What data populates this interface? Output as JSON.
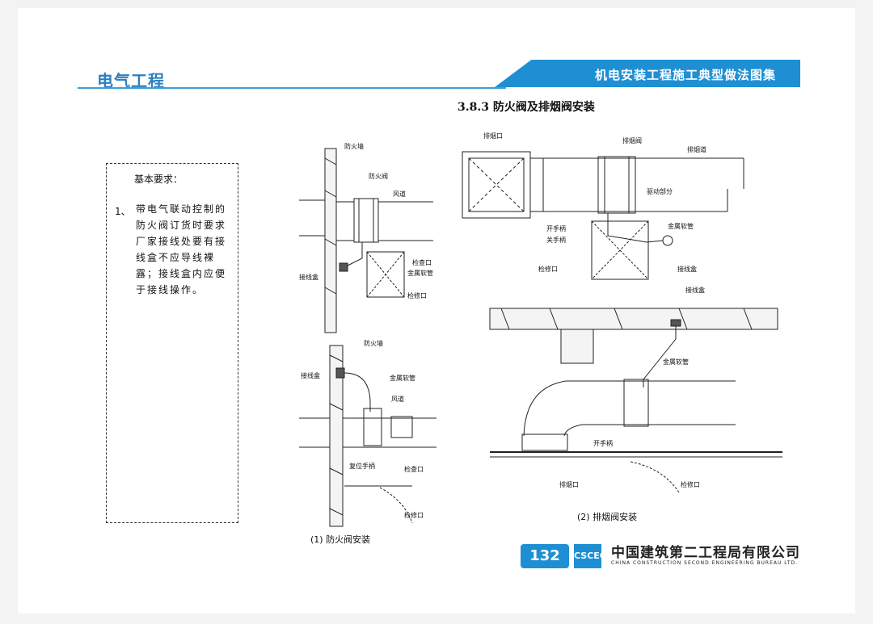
{
  "header": {
    "section": "电气工程",
    "book_title": "机电安装工程施工典型做法图集",
    "accent_color": "#1f8fd4"
  },
  "section_title": "3.8.3 防火阀及排烟阀安装",
  "requirements": {
    "title": "基本要求：",
    "number": "1、",
    "text": "带电气联动控制的防火阀订货时要求厂家接线处要有接线盒不应导线裸露；接线盒内应便于接线操作。"
  },
  "drawing1": {
    "labels": [
      "防火墙",
      "防火阀",
      "风道",
      "检查口",
      "金属软管",
      "接线盒",
      "检修口"
    ],
    "caption": "(1) 防火阀安装"
  },
  "drawing2": {
    "labels": [
      "防火墙",
      "接线盒",
      "金属软管",
      "风道",
      "复位手柄",
      "检查口",
      "检修口"
    ]
  },
  "drawing3": {
    "labels": [
      "排烟口",
      "排烟阀",
      "排烟道",
      "驱动部分",
      "开手柄",
      "关手柄",
      "金属软管",
      "检修口",
      "接线盒"
    ]
  },
  "drawing4": {
    "labels": [
      "接线盒",
      "金属软管",
      "开手柄",
      "排烟口",
      "检修口"
    ],
    "caption": "(2) 排烟阀安装"
  },
  "footer": {
    "page_number": "132",
    "logo_text": "CSCEC",
    "company_cn": "中国建筑第二工程局有限公司",
    "company_en": "CHINA CONSTRUCTION SECOND ENGINEERING BUREAU LTD."
  }
}
